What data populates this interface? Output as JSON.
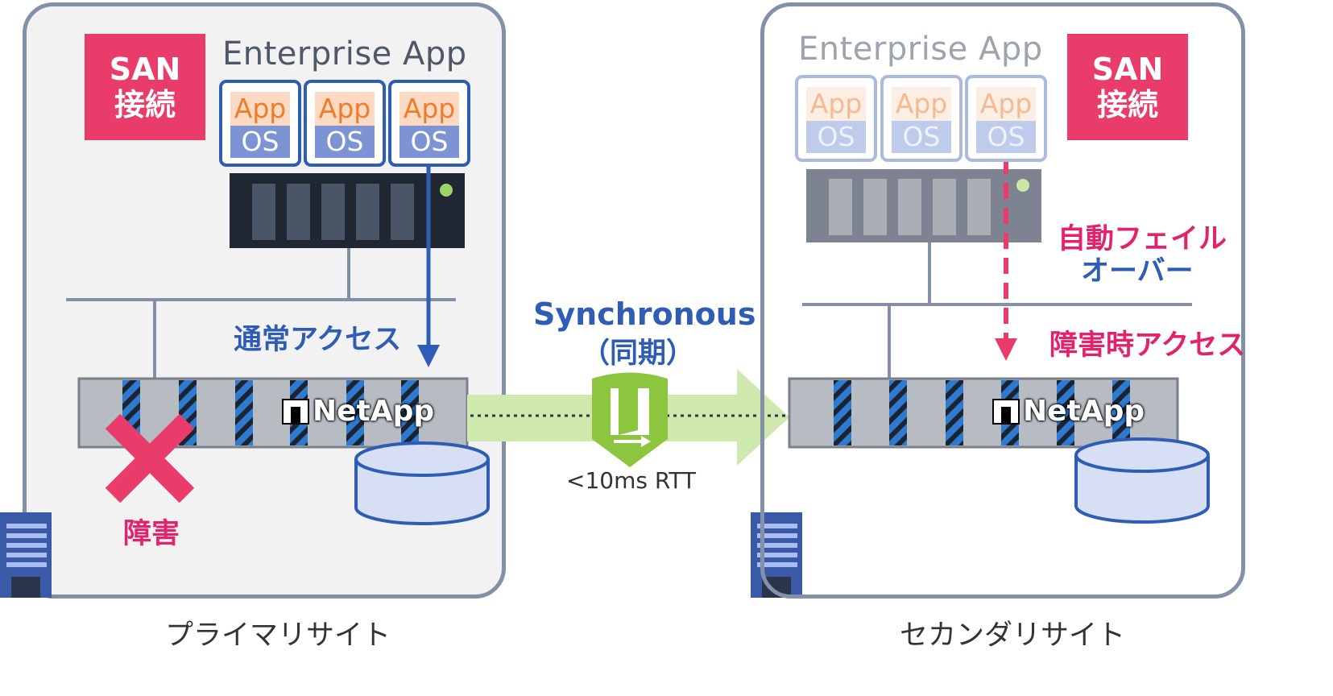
{
  "primary": {
    "san_line1": "SAN",
    "san_line2": "接続",
    "app_title": "Enterprise App",
    "vms": [
      {
        "app": "App",
        "os": "OS"
      },
      {
        "app": "App",
        "os": "OS"
      },
      {
        "app": "App",
        "os": "OS"
      }
    ],
    "access_label": "通常アクセス",
    "storage_brand": "NetApp",
    "failure_label": "障害",
    "site_caption": "プライマリサイト"
  },
  "link": {
    "title": "Synchronous",
    "subtitle": "（同期）",
    "latency": "<10ms RTT"
  },
  "secondary": {
    "san_line1": "SAN",
    "san_line2": "接続",
    "app_title": "Enterprise App",
    "vms": [
      {
        "app": "App",
        "os": "OS"
      },
      {
        "app": "App",
        "os": "OS"
      },
      {
        "app": "App",
        "os": "OS"
      }
    ],
    "failover_line1": "自動フェイル",
    "failover_line2": "オーバー",
    "failover_access_label": "障害時アクセス",
    "storage_brand": "NetApp",
    "site_caption": "セカンダリサイト"
  },
  "colors": {
    "accent_blue": "#2f5cb4",
    "alert_pink": "#e93c6a",
    "sync_green": "#8cc63f"
  }
}
